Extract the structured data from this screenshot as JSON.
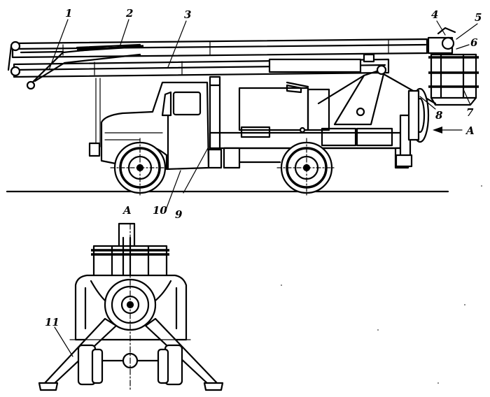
{
  "labels": {
    "l1": "1",
    "l2": "2",
    "l3": "3",
    "l4": "4",
    "l5": "5",
    "l6": "6",
    "l7": "7",
    "l8": "8",
    "l9": "9",
    "l10": "10",
    "l11": "11",
    "arrow_a": "A",
    "view_a": "A"
  },
  "colors": {
    "ink": "#000000",
    "paper": "#ffffff"
  }
}
